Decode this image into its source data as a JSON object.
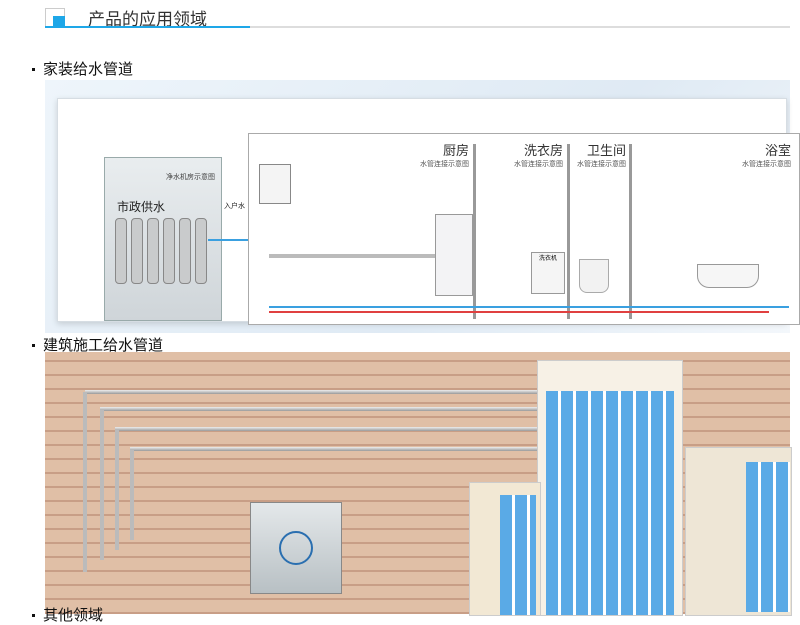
{
  "header": {
    "title": "产品的应用领域"
  },
  "sections": [
    {
      "title": "家装给水管道"
    },
    {
      "title": "建筑施工给水管道"
    },
    {
      "title": "其他领域"
    }
  ],
  "home_diagram": {
    "left_caption": "净水机房示意图",
    "city_water": "市政供水",
    "inlet": "入户水",
    "washer_label": "洗衣机",
    "rooms": [
      {
        "name": "厨房",
        "sub": "水管连接示意图"
      },
      {
        "name": "洗衣房",
        "sub": "水管连接示意图"
      },
      {
        "name": "卫生间",
        "sub": "水管连接示意图"
      },
      {
        "name": "浴室",
        "sub": "水管连接示意图"
      }
    ]
  },
  "colors": {
    "accent": "#1ea7e8",
    "cold_pipe": "#3aa0e0",
    "hot_pipe": "#e04040"
  }
}
